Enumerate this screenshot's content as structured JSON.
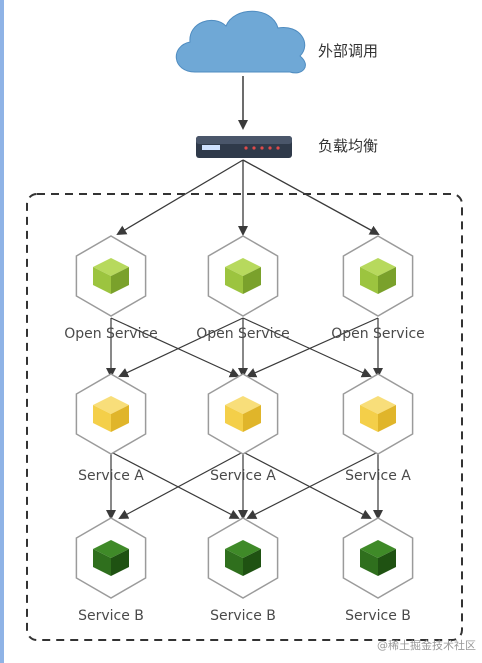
{
  "diagram": {
    "cloud_label": "外部调用",
    "balancer_label": "负载均衡",
    "rows": [
      {
        "label": "Open Service",
        "color": "#9cc43f",
        "dark": "#7aa12b",
        "light": "#b7d95d"
      },
      {
        "label": "Service A",
        "color": "#f4cf49",
        "dark": "#e0b52a",
        "light": "#f8de7a"
      },
      {
        "label": "Service B",
        "color": "#2f6f1d",
        "dark": "#1f5212",
        "light": "#3f8a28"
      }
    ],
    "watermark": "@稀土掘金技术社区",
    "colors": {
      "cloud": "#6fa8d6",
      "cloud_edge": "#4f8cc0",
      "arrow": "#3a3a3a",
      "dashed_border": "#333333",
      "hexagon_stroke": "#9b9b9b"
    }
  }
}
